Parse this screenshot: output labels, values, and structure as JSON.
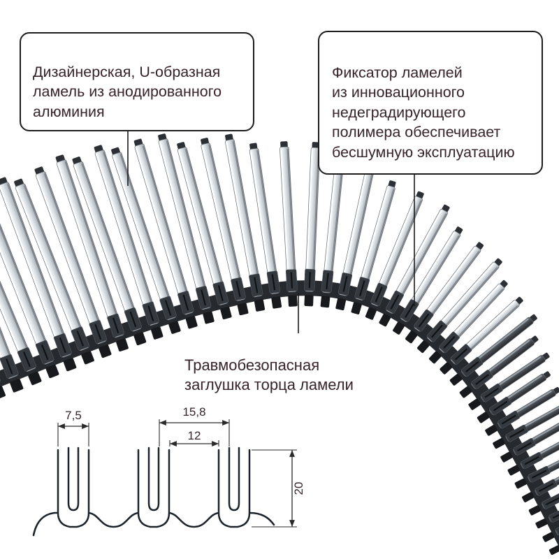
{
  "colors": {
    "text": "#372329",
    "line": "#1c1c1c",
    "drawing": "#1d232b",
    "metal_light": "#fafcfd",
    "metal_dark": "#9299a0",
    "belt": "#26292d",
    "cap": "#343940"
  },
  "callouts": {
    "lamella": "Дизайнерская, U-образная\nламель из анодированного\nалюминия",
    "fixator": "Фиксатор ламелей\nиз инновационного\nнедеградирующего\nполимера обеспечивает\nбесшумную эксплуатацию",
    "endcap": "Травмобезопасная\nзаглушка торца ламели"
  },
  "dimensions": {
    "lamella_top_width": "7,5",
    "lamella_pitch": "15,8",
    "slot_gap": "12",
    "profile_height": "20"
  }
}
